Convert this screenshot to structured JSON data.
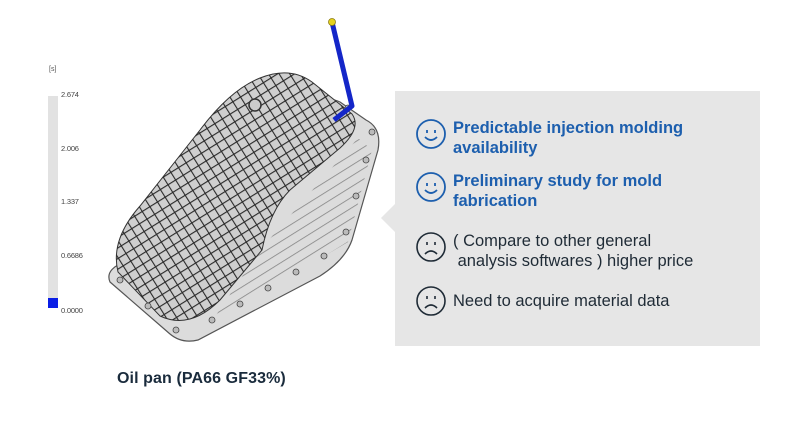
{
  "legend": {
    "unit": "[s]",
    "ticks": [
      "2.674",
      "2.006",
      "1.337",
      "0.6686",
      "0.0000"
    ],
    "colors": {
      "bar": "#e2e2e2",
      "low": "#0a1ee6"
    }
  },
  "model": {
    "description": "Oil pan 3D mesh with injection runner",
    "runner_color": "#1426c8",
    "gate_color": "#e6d21e"
  },
  "caption": "Oil pan (PA66 GF33%)",
  "panel": {
    "background": "#e6e6e6",
    "items": [
      {
        "type": "positive",
        "icon": "smiley-face-icon",
        "line1": "Predictable injection molding",
        "line2": "availability"
      },
      {
        "type": "positive",
        "icon": "smiley-face-icon",
        "line1": "Preliminary study for mold",
        "line2": "fabrication"
      },
      {
        "type": "negative",
        "icon": "sad-face-icon",
        "line1": "( Compare to other general",
        "line2": " analysis softwares ) higher price"
      },
      {
        "type": "negative",
        "icon": "sad-face-icon",
        "line1": "Need to acquire material data",
        "line2": ""
      }
    ],
    "colors": {
      "positive": "#1d5fae",
      "negative": "#1f2b36"
    }
  }
}
